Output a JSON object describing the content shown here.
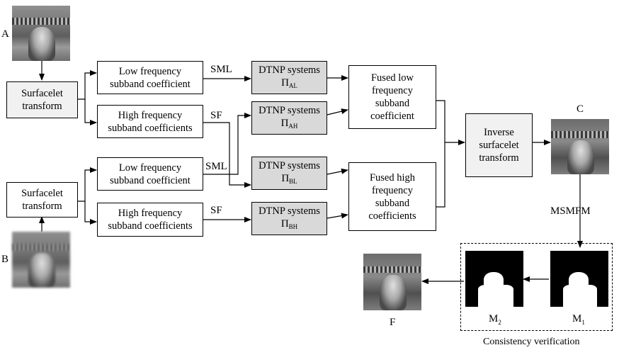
{
  "inputs": {
    "a_label": "A",
    "b_label": "B"
  },
  "surfacelet_a": {
    "line1": "Surfacelet",
    "line2": "transform"
  },
  "surfacelet_b": {
    "line1": "Surfacelet",
    "line2": "transform"
  },
  "low_a": {
    "line1": "Low frequency",
    "line2": "subband coefficient"
  },
  "high_a": {
    "line1": "High frequency",
    "line2": "subband coefficients"
  },
  "low_b": {
    "line1": "Low frequency",
    "line2": "subband coefficient"
  },
  "high_b": {
    "line1": "High frequency",
    "line2": "subband coefficients"
  },
  "edge_labels": {
    "sml_top": "SML",
    "sf_top": "SF",
    "sml_bottom": "SML",
    "sf_bottom": "SF"
  },
  "dtnp": [
    {
      "title": "DTNP systems",
      "symbol": "Π",
      "sub": "AL"
    },
    {
      "title": "DTNP systems",
      "symbol": "Π",
      "sub": "AH"
    },
    {
      "title": "DTNP systems",
      "symbol": "Π",
      "sub": "BL"
    },
    {
      "title": "DTNP systems",
      "symbol": "Π",
      "sub": "BH"
    }
  ],
  "fused_low": {
    "line1": "Fused low",
    "line2": "frequency",
    "line3": "subband",
    "line4": "coefficient"
  },
  "fused_high": {
    "line1": "Fused high",
    "line2": "frequency",
    "line3": "subband",
    "line4": "coefficients"
  },
  "inverse": {
    "line1": "Inverse",
    "line2": "surfacelet",
    "line3": "transform"
  },
  "output_c": "C",
  "msmfm": "MSMFM",
  "m1": {
    "symbol": "M",
    "sub": "1"
  },
  "m2": {
    "symbol": "M",
    "sub": "2"
  },
  "final_f": "F",
  "consistency": "Consistency verification"
}
